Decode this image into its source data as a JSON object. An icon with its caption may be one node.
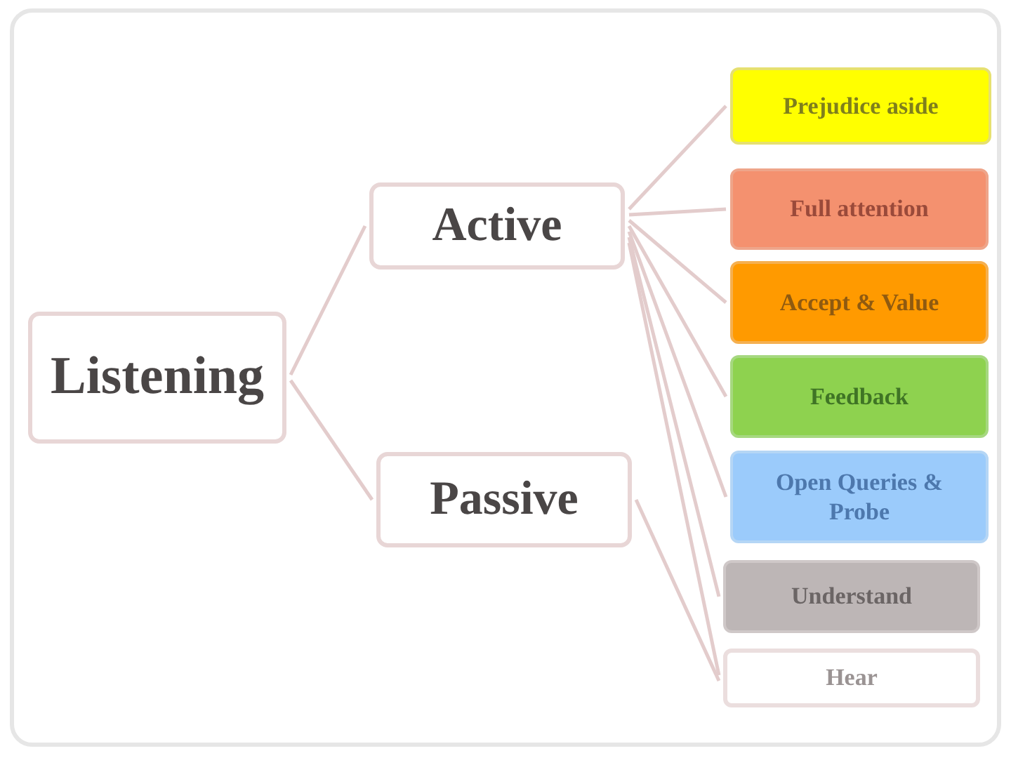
{
  "diagram": {
    "nodes": [
      {
        "text": [
          "Listening"
        ]
      },
      {
        "text": [
          "Active"
        ]
      },
      {
        "text": [
          "Passive"
        ]
      },
      {
        "text": [
          "Prejudice aside"
        ]
      },
      {
        "text": [
          "Full attention"
        ]
      },
      {
        "text": [
          "Accept & Value"
        ]
      },
      {
        "text": [
          "Feedback"
        ]
      },
      {
        "text": [
          "Open Queries & Probe"
        ]
      },
      {
        "text": [
          "Understand"
        ]
      },
      {
        "text": [
          "Hear"
        ]
      }
    ],
    "edges": [
      {
        "from": 0,
        "to": 1,
        "arrow": "none"
      },
      {
        "from": 0,
        "to": 2,
        "arrow": "none"
      },
      {
        "from": 1,
        "to": 3,
        "arrow": "none"
      },
      {
        "from": 1,
        "to": 4,
        "arrow": "none"
      },
      {
        "from": 1,
        "to": 5,
        "arrow": "none"
      },
      {
        "from": 1,
        "to": 6,
        "arrow": "none"
      },
      {
        "from": 1,
        "to": 7,
        "arrow": "none"
      },
      {
        "from": 1,
        "to": 8,
        "arrow": "none"
      },
      {
        "from": 1,
        "to": 9,
        "arrow": "none"
      },
      {
        "from": 2,
        "to": 9,
        "arrow": "none"
      }
    ]
  }
}
